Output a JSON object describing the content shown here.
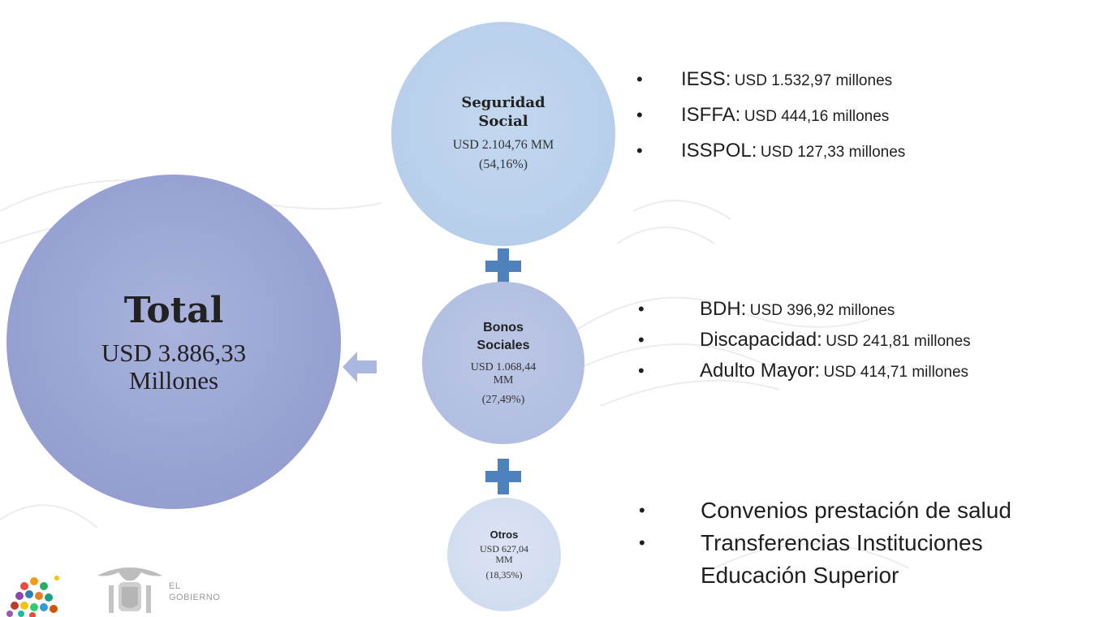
{
  "total": {
    "title": "Total",
    "value": "USD 3.886,33",
    "unit": "Millones"
  },
  "seguridad": {
    "title_line1": "Seguridad",
    "title_line2": "Social",
    "value": "USD 2.104,76 MM",
    "percent": "(54,16%)"
  },
  "bonos": {
    "title_line1": "Bonos",
    "title_line2": "Sociales",
    "value_line1": "USD 1.068,44",
    "value_line2": "MM",
    "percent": "(27,49%)"
  },
  "otros": {
    "title": "Otros",
    "value_line1": "USD 627,04",
    "value_line2": "MM",
    "percent": "(18,35%)"
  },
  "seguridad_items": [
    {
      "name": "IESS:",
      "amount": "USD 1.532,97 millones"
    },
    {
      "name": "ISFFA:",
      "amount": "USD 444,16 millones"
    },
    {
      "name": "ISSPOL:",
      "amount": "USD 127,33 millones"
    }
  ],
  "bonos_items": [
    {
      "name": "BDH:",
      "amount": "USD 396,92 millones"
    },
    {
      "name": "Discapacidad:",
      "amount": "USD 241,81 millones"
    },
    {
      "name": "Adulto Mayor:",
      "amount": "USD 414,71 millones"
    }
  ],
  "otros_items": {
    "item1": "Convenios prestación de salud",
    "item2_line1": "Transferencias Instituciones",
    "item2_line2": "Educación Superior"
  },
  "footer": {
    "logo_text_1": "EL",
    "logo_text_2": "GOBIERNO"
  },
  "colors": {
    "plus": "#4f81bd",
    "arrow": "#aab8df",
    "bullet": "#000000"
  }
}
